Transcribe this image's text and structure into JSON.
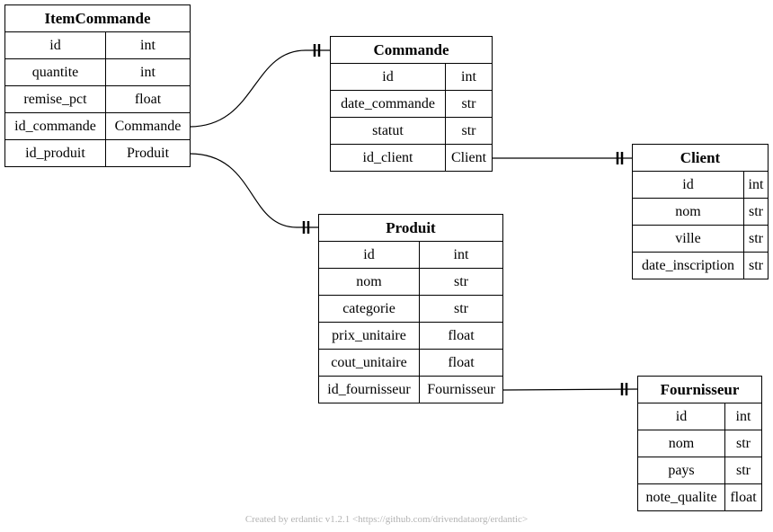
{
  "entities": {
    "itemcommande": {
      "title": "ItemCommande",
      "fields": [
        {
          "name": "id",
          "type": "int"
        },
        {
          "name": "quantite",
          "type": "int"
        },
        {
          "name": "remise_pct",
          "type": "float"
        },
        {
          "name": "id_commande",
          "type": "Commande"
        },
        {
          "name": "id_produit",
          "type": "Produit"
        }
      ]
    },
    "commande": {
      "title": "Commande",
      "fields": [
        {
          "name": "id",
          "type": "int"
        },
        {
          "name": "date_commande",
          "type": "str"
        },
        {
          "name": "statut",
          "type": "str"
        },
        {
          "name": "id_client",
          "type": "Client"
        }
      ]
    },
    "client": {
      "title": "Client",
      "fields": [
        {
          "name": "id",
          "type": "int"
        },
        {
          "name": "nom",
          "type": "str"
        },
        {
          "name": "ville",
          "type": "str"
        },
        {
          "name": "date_inscription",
          "type": "str"
        }
      ]
    },
    "produit": {
      "title": "Produit",
      "fields": [
        {
          "name": "id",
          "type": "int"
        },
        {
          "name": "nom",
          "type": "str"
        },
        {
          "name": "categorie",
          "type": "str"
        },
        {
          "name": "prix_unitaire",
          "type": "float"
        },
        {
          "name": "cout_unitaire",
          "type": "float"
        },
        {
          "name": "id_fournisseur",
          "type": "Fournisseur"
        }
      ]
    },
    "fournisseur": {
      "title": "Fournisseur",
      "fields": [
        {
          "name": "id",
          "type": "int"
        },
        {
          "name": "nom",
          "type": "str"
        },
        {
          "name": "pays",
          "type": "str"
        },
        {
          "name": "note_qualite",
          "type": "float"
        }
      ]
    }
  },
  "footer": "Created by erdantic v1.2.1 <https://github.com/drivendataorg/erdantic>"
}
